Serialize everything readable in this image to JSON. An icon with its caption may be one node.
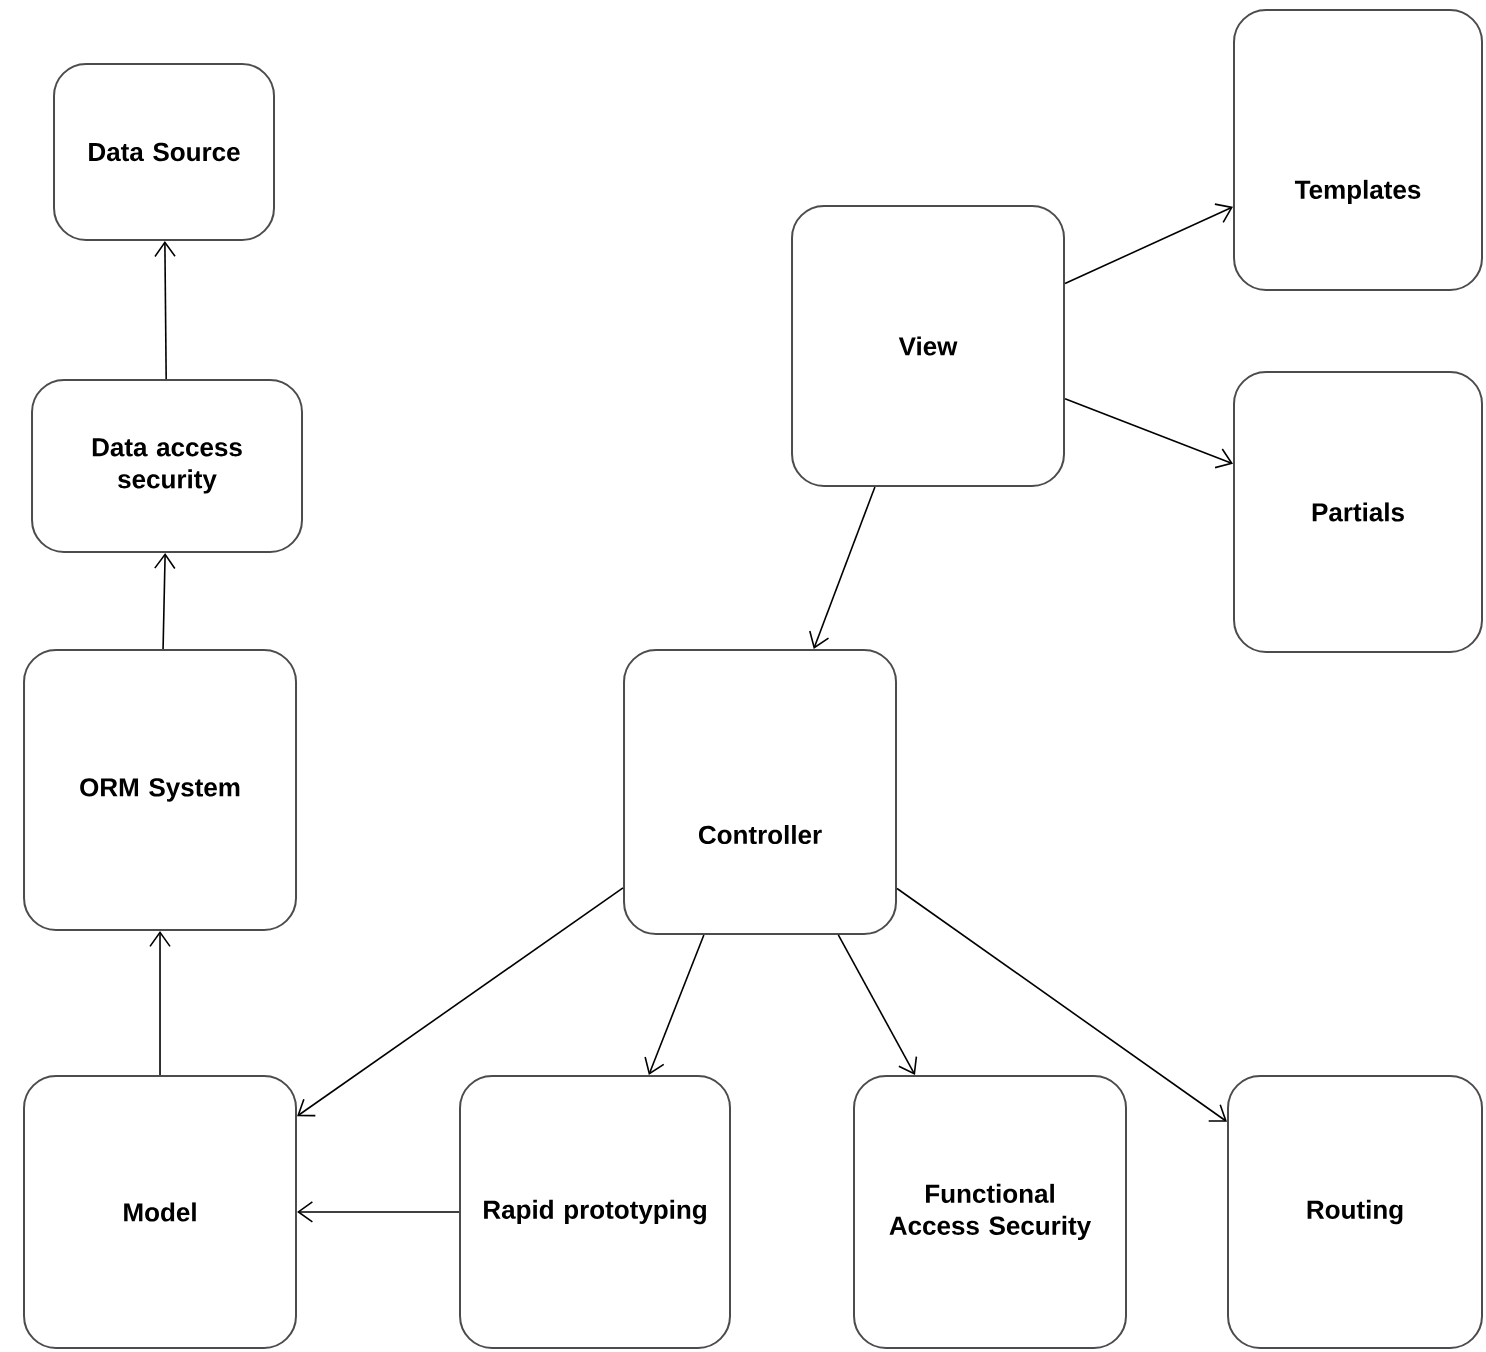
{
  "diagram": {
    "nodes": [
      {
        "text": [
          "Data Source"
        ]
      },
      {
        "text": [
          "Data access security"
        ]
      },
      {
        "text": [
          "ORM System"
        ]
      },
      {
        "text": [
          "Model"
        ]
      },
      {
        "text": [
          "Rapid prototyping"
        ]
      },
      {
        "text": [
          "Functional Access Security"
        ]
      },
      {
        "text": [
          "Routing"
        ]
      },
      {
        "text": [
          "Controller"
        ]
      },
      {
        "text": [
          "View"
        ]
      },
      {
        "text": [
          "Templates"
        ]
      },
      {
        "text": [
          "Partials"
        ]
      }
    ],
    "edges": [
      {
        "from": 1,
        "to": 0,
        "arrow": "to"
      },
      {
        "from": 2,
        "to": 1,
        "arrow": "to"
      },
      {
        "from": 3,
        "to": 2,
        "arrow": "to"
      },
      {
        "from": 4,
        "to": 3,
        "arrow": "to"
      },
      {
        "from": 7,
        "to": 3,
        "arrow": "to"
      },
      {
        "from": 7,
        "to": 4,
        "arrow": "to"
      },
      {
        "from": 7,
        "to": 5,
        "arrow": "to"
      },
      {
        "from": 7,
        "to": 6,
        "arrow": "to"
      },
      {
        "from": 8,
        "to": 7,
        "arrow": "to"
      },
      {
        "from": 8,
        "to": 9,
        "arrow": "to"
      },
      {
        "from": 8,
        "to": 10,
        "arrow": "to"
      }
    ]
  }
}
